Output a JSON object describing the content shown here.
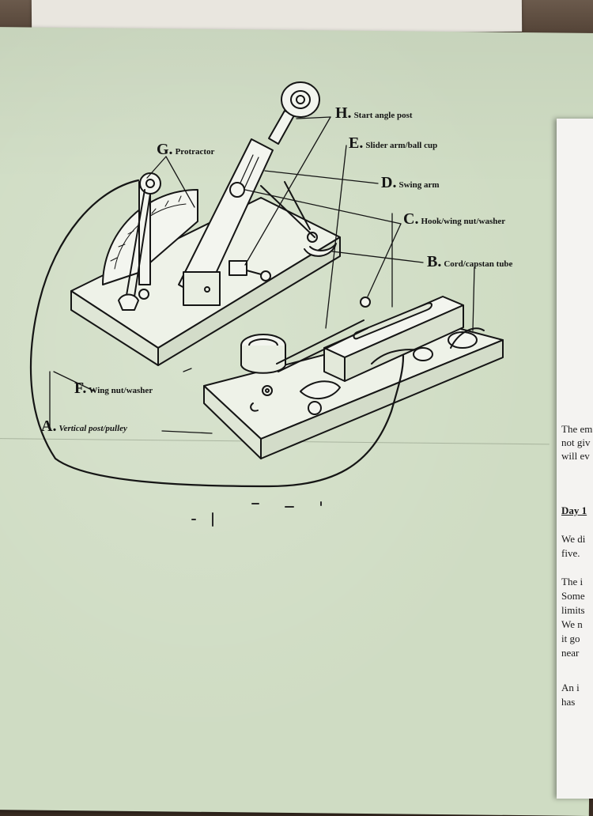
{
  "diagram": {
    "labels": {
      "H": {
        "letter": "H.",
        "text": "Start angle post"
      },
      "E": {
        "letter": "E.",
        "text": "Slider arm/ball cup"
      },
      "G": {
        "letter": "G.",
        "text": "Protractor"
      },
      "D": {
        "letter": "D.",
        "text": "Swing arm"
      },
      "C": {
        "letter": "C.",
        "text": "Hook/wing nut/washer"
      },
      "B": {
        "letter": "B.",
        "text": "Cord/capstan tube"
      },
      "F": {
        "letter": "F.",
        "text": "Wing nut/washer"
      },
      "A": {
        "letter": "A.",
        "text": "Vertical post/pulley"
      }
    }
  },
  "right_document": {
    "lines": [
      "The em",
      "not giv",
      "will ev",
      "Day 1",
      "We di",
      "five.",
      "The i",
      "Some",
      "limits",
      "We n",
      "it go",
      "near",
      "An i",
      "has"
    ]
  },
  "colors": {
    "paper": "#cfdcc3",
    "ink": "#151515",
    "background": "#3a2c22",
    "right_sheet": "#f4f3f1"
  }
}
